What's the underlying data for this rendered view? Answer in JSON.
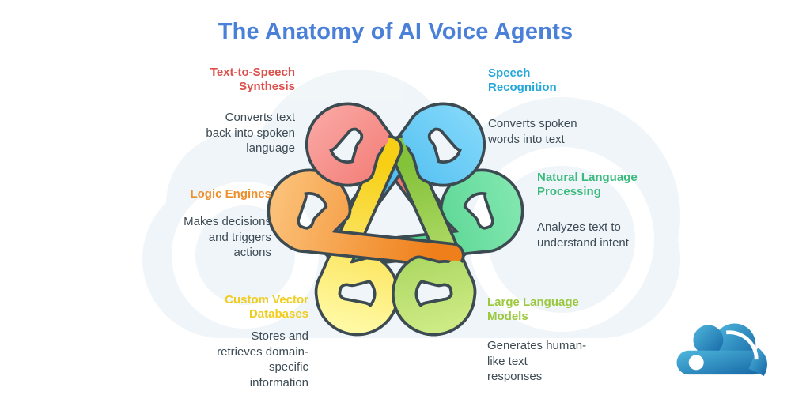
{
  "title": "The Anatomy of AI Voice Agents",
  "colors": {
    "title": "#4a80d8",
    "description_text": "#3d4b54",
    "knot_outline": "#3c4a52"
  },
  "segments": [
    {
      "id": "text-to-speech-synthesis",
      "label": "Text-to-Speech\nSynthesis",
      "description": "Converts text\nback into spoken\nlanguage",
      "label_color": "#dd4f4b",
      "piece_color": "#ee5a52",
      "position": "top-left"
    },
    {
      "id": "speech-recognition",
      "label": "Speech\nRecognition",
      "description": "Converts spoken\nwords into text",
      "label_color": "#25a8d8",
      "piece_color": "#2fadea",
      "position": "top-right"
    },
    {
      "id": "natural-language-processing",
      "label": "Natural Language\nProcessing",
      "description": "Analyzes text to\nunderstand intent",
      "label_color": "#3cba7e",
      "piece_color": "#3bc87f",
      "position": "right"
    },
    {
      "id": "large-language-models",
      "label": "Large Language\nModels",
      "description": "Generates human-\nlike text\nresponses",
      "label_color": "#9bc83d",
      "piece_color": "#84c23a",
      "position": "bottom-right"
    },
    {
      "id": "custom-vector-databases",
      "label": "Custom Vector\nDatabases",
      "description": "Stores and\nretrieves domain-\nspecific\ninformation",
      "label_color": "#f0cd1d",
      "piece_color": "#f7cf16",
      "position": "bottom-left"
    },
    {
      "id": "logic-engines",
      "label": "Logic Engines",
      "description": "Makes decisions\nand triggers\nactions",
      "label_color": "#ee8f2d",
      "piece_color": "#ef7f1a",
      "position": "left"
    }
  ],
  "logo": {
    "name": "cloud swirl brand logo",
    "color": "#1565a5"
  }
}
